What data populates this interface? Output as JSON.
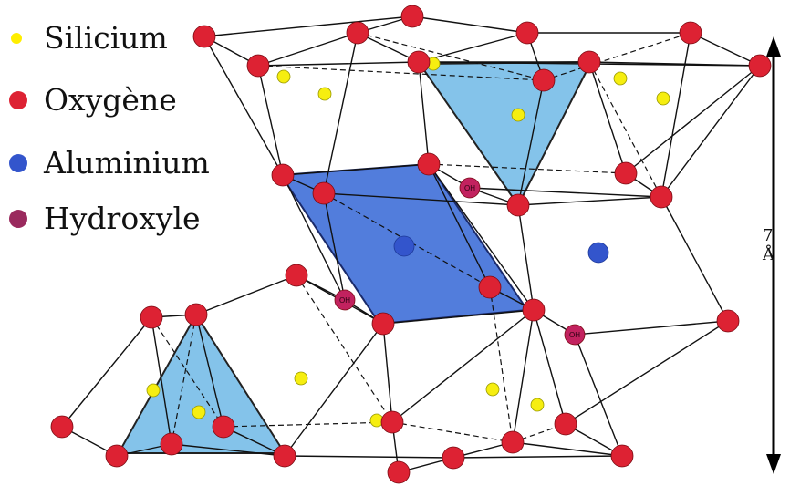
{
  "legend": [
    {
      "label": "Silicium",
      "color": "#ffee00",
      "icon": "yellow-dot"
    },
    {
      "label": "Oxygène",
      "color": "#dd2233",
      "icon": "red-dot"
    },
    {
      "label": "Aluminium",
      "color": "#3355cc",
      "icon": "blue-dot"
    },
    {
      "label": "Hydroxyle",
      "color": "#9a2a5e",
      "icon": "purple-dot"
    }
  ],
  "dimension": {
    "label": "7 Å"
  },
  "hydroxyl_label": "OH",
  "colors": {
    "oxygen": "#dd2233",
    "silicon": "#f6ee10",
    "aluminium": "#3355cc",
    "hydroxyl": "#c2225f",
    "tetrahedron": "#6fb8e6",
    "octahedron": "#3f6fd8"
  }
}
